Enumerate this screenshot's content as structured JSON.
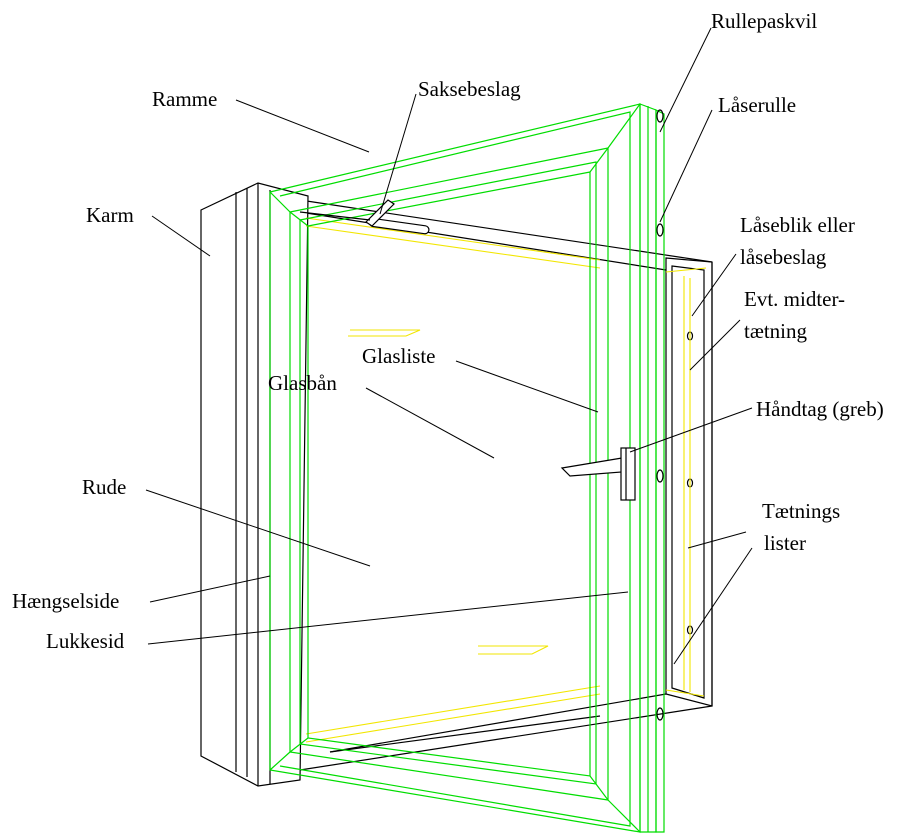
{
  "colors": {
    "frame_lines": "#000000",
    "sash_lines": "#00dd00",
    "seal_lines": "#f2e600",
    "background": "#ffffff"
  },
  "labels": {
    "rullepaskvil": "Rullepaskvil",
    "saksebeslag": "Saksebeslag",
    "ramme": "Ramme",
    "laaserulle": "Låserulle",
    "karm": "Karm",
    "laaseblik_1": "Låseblik eller",
    "laaseblik_2": "låsebeslag",
    "midter_1": "Evt. midter-",
    "midter_2": "tætning",
    "glasliste": "Glasliste",
    "glasbaan": "Glasbån",
    "haandtag": "Håndtag (greb)",
    "rude": "Rude",
    "taetnings_1": "Tætnings",
    "taetnings_2": "lister",
    "haengselside": "Hængselside",
    "lukkesid": "Lukkesid"
  }
}
